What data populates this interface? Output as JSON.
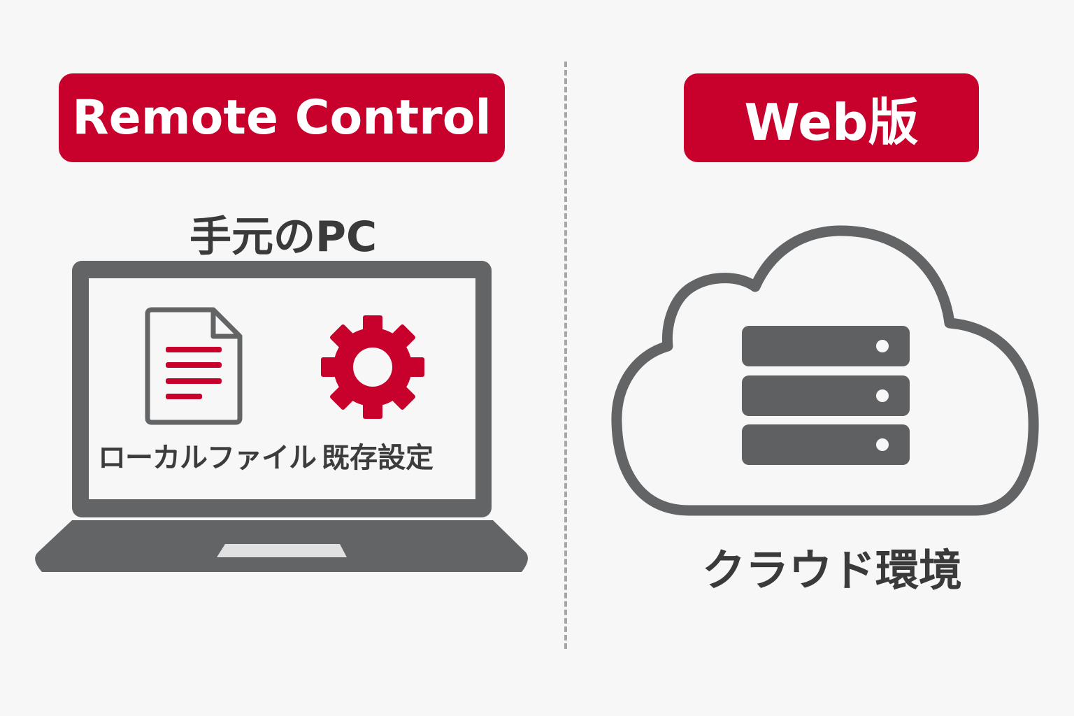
{
  "colors": {
    "accent": "#c8002c",
    "icon_gray": "#5e6062",
    "text_dark": "#3a3a3a",
    "background": "#f7f7f7"
  },
  "left": {
    "badge_label": "Remote Control",
    "heading": "手元のPC",
    "file_label": "ローカルファイル",
    "settings_label": "既存設定",
    "icons": [
      "laptop-icon",
      "document-icon",
      "gear-icon"
    ]
  },
  "right": {
    "badge_label": "Web版",
    "heading": "クラウド環境",
    "icons": [
      "cloud-icon",
      "server-stack-icon"
    ]
  }
}
